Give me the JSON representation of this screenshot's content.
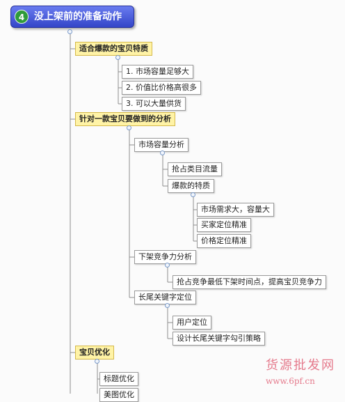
{
  "title": {
    "icon": "4",
    "text": "没上架前的准备动作"
  },
  "sections": [
    {
      "label": "适合爆款的宝贝特质",
      "items": [
        "1. 市场容量足够大",
        "2. 价值比价格高很多",
        "3. 可以大量供货"
      ]
    },
    {
      "label": "针对一款宝贝要做到的分析",
      "children": [
        {
          "label": "市场容量分析",
          "children": [
            {
              "label": "抢占类目流量"
            },
            {
              "label": "爆款的特质",
              "children": [
                "市场需求大，容量大",
                "买家定位精准",
                "价格定位精准"
              ]
            }
          ]
        },
        {
          "label": "下架竞争力分析",
          "children": [
            "抢占竞争最低下架时间点，提高宝贝竞争力"
          ]
        },
        {
          "label": "长尾关键字定位",
          "children": [
            "用户定位",
            "设计长尾关键字勾引策略"
          ]
        }
      ]
    },
    {
      "label": "宝贝优化",
      "items": [
        "标题优化",
        "美图优化"
      ]
    }
  ],
  "watermark": {
    "name": "货源批发网",
    "url": "www.6pf.cn"
  }
}
